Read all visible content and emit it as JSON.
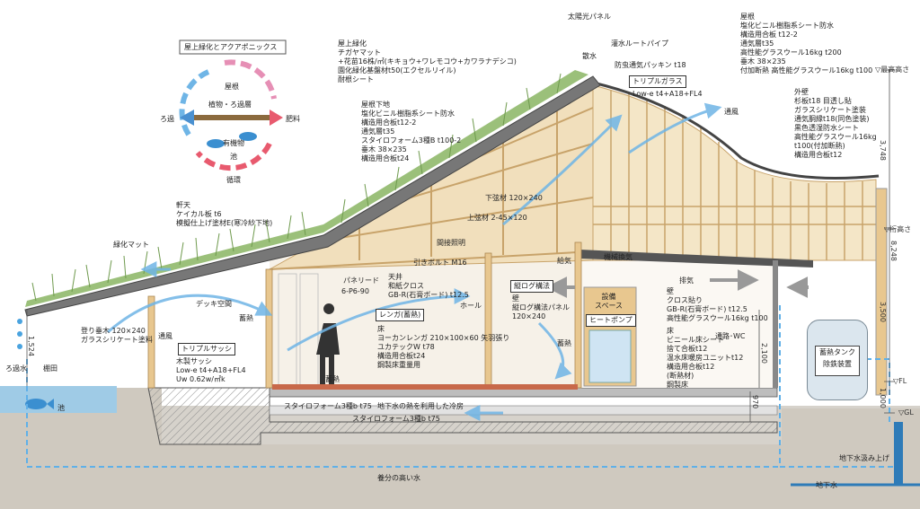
{
  "legend": {
    "title": "屋上緑化とアクアポニックス",
    "roots": "屋根",
    "plants": "植物・ろ過層",
    "filtration": "ろ過",
    "fertilizer": "肥料",
    "organic": "有機物",
    "pond": "池",
    "circulation": "循環"
  },
  "roof_green": [
    "屋上緑化",
    "チガヤマット",
    "+花苗16株/㎡(キキョウ+ワレモコウ+カワラナデシコ)",
    "園化緑化基盤材t50(エクセルリイル)",
    "耐根シート"
  ],
  "roof_base": [
    "屋根下地",
    "塩化ビニル樹脂系シート防水",
    "構造用合板t12-2",
    "通気層t35",
    "スタイロフォーム3種B t100-2",
    "垂木 38×235",
    "構造用合板t24"
  ],
  "eaves": [
    "軒天",
    "ケイカル板 t6",
    "模擬仕上げ塗材E(寒冷紗下地)"
  ],
  "right_roof": [
    "屋根",
    "塩化ビニル樹脂系シート防水",
    "構造用合板 t12-2",
    "通気層t35",
    "高性能グラスウール16kg t200",
    "垂木 38×235",
    "付加断熱 高性能グラスウール16kg t100"
  ],
  "outer_wall": [
    "外壁",
    "杉板t18 目透し貼",
    "ガラスシリケート塗装",
    "通気胴縁t18(同色塗装)",
    "黒色透湿防水シート",
    "高性能グラスウール16kg",
    "t100(付加断熱)",
    "構造用合板t12"
  ],
  "top_labels": {
    "solar": "太陽光パネル",
    "irrigation": "灌水ルートパイプ",
    "sprinkle": "散水",
    "packing": "防虫通気パッキン t18",
    "triple_glass": "トリプルガラス",
    "glass_spec": "Low-e t4+A18+FL4",
    "ventilation": "通風"
  },
  "mid_labels": {
    "purlin": "下弦材 120×240",
    "upper_chord": "上弦材 2-45×120",
    "indirect_light": "間接照明",
    "green_mat": "緑化マット",
    "pull_bolt": "引きボルト M16",
    "panel_lead": "パネリード",
    "panel_spec": "6-P6-90",
    "ceiling": [
      "天井",
      "和紙クロス",
      "GB-R(石膏ボード) t12.5"
    ],
    "hall": "ホール",
    "log_method": "縦ログ構法",
    "wall_log": [
      "壁",
      "縦ログ構法パネル",
      "120×240"
    ],
    "brick_label": "レンガ(蓄熱)",
    "floor": [
      "床",
      "ヨーカンレンガ 210×100×60 矢羽張り",
      "ユカテックW t78",
      "構造用合板t24",
      "鋼製床重量用"
    ],
    "deck": "デッキ空間",
    "heat_store": "蓄熱",
    "heat_store2": "蓄熱",
    "heat_store3": "蓄熱",
    "air_supply": "給気",
    "mech_vent": "機械換気",
    "exhaust": "排気",
    "equip": [
      "設備",
      "スペース"
    ],
    "heat_pump": "ヒートポンプ",
    "wall_right": [
      "壁",
      "クロス貼り",
      "GB-R(石膏ボード) t12.5",
      "高性能グラスウール16kg t100"
    ],
    "floor_right": [
      "床",
      "ビニール床シート",
      "捨て合板t12",
      "温水床暖房ユニットt12",
      "構造用合板t12",
      "(断熱材)",
      "鋼製床"
    ],
    "path_wc": "通路･WC",
    "tank": [
      "蓄熱タンク",
      "除鉄装置"
    ]
  },
  "left_labels": {
    "rafter": [
      "登り垂木 120×240",
      "ガラスシリケート塗料"
    ],
    "triple_sash": "トリプルサッシ",
    "sash_spec": [
      "木製サッシ",
      "Low-e t4+A18+FL4",
      "Uw  0.62w/㎡k"
    ],
    "ventilation": "通風",
    "filter_water": "ろ過水",
    "field": "棚田",
    "pond": "池"
  },
  "bottom_labels": {
    "styro1": "スタイロフォーム3種b t75",
    "styro2": "スタイロフォーム3種b t75",
    "cooling": "地下水の熱を利用した冷房",
    "nutrient_water": "養分の高い水",
    "groundwater_pump": "地下水汲み上げ",
    "groundwater": "地下水"
  },
  "dimensions": {
    "max_height": "▽最高高さ",
    "eave_height": "▽桁高さ",
    "fl": "▽FL",
    "gl": "▽GL",
    "d1": "3,748",
    "d2": "8,248",
    "d3": "3,500",
    "d4": "1,000",
    "d5": "1,524",
    "d6": "2,100",
    "d7": "970"
  },
  "colors": {
    "timber": "#e8c78f",
    "green_roof": "#6f9a4e",
    "water": "#4aa3df",
    "soil": "#b9b1a4",
    "concrete": "#9e9e9e",
    "arrow_blue": "#5fb0e8"
  }
}
